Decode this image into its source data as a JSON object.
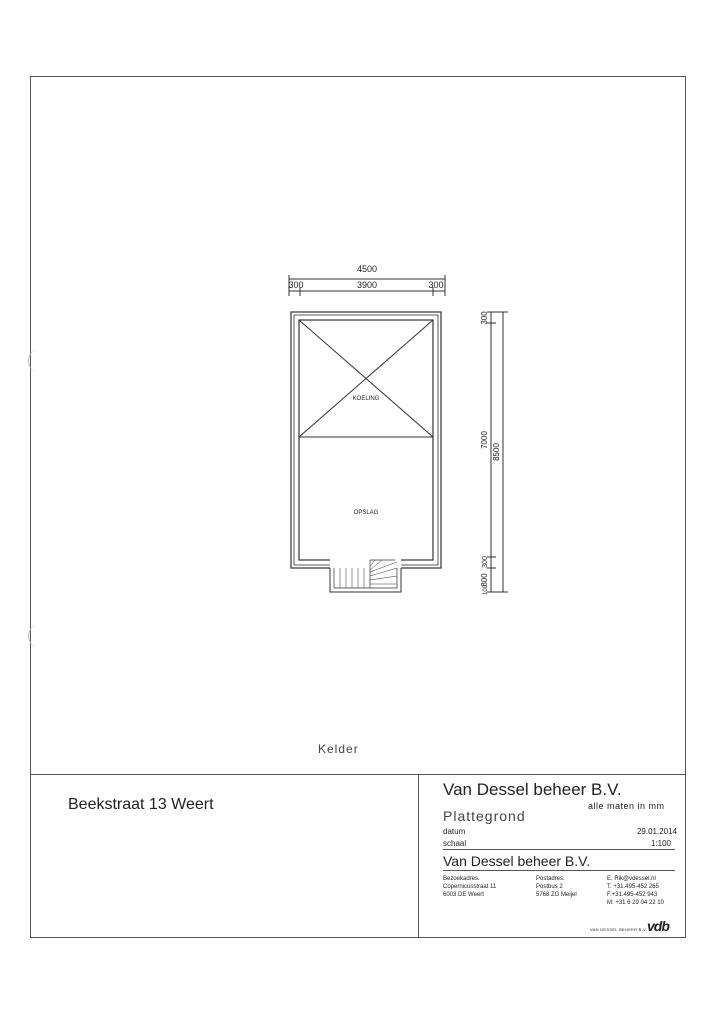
{
  "drawing": {
    "dims": {
      "total_width": "4500",
      "left_wall": "300",
      "inner_width": "3900",
      "right_wall": "300",
      "top_wall": "300",
      "inner_length": "7000",
      "total_length": "8500",
      "bottom_wall": "300",
      "stair": "800",
      "step": "100"
    },
    "rooms": {
      "koeling": "KOELING",
      "opslag": "OPSLAG"
    },
    "floor_label": "Kelder"
  },
  "titleblock": {
    "project": "Beekstraat 13 Weert",
    "company": "Van Dessel beheer B.V.",
    "note": "alle maten in mm",
    "doc_type": "Plattegrond",
    "datum_label": "datum",
    "datum_value": "29.01.2014",
    "schaal_label": "schaal",
    "schaal_value": "1:100",
    "company2": "Van Dessel beheer B.V.",
    "visit": [
      "Bezoekadres.",
      "Copernicusstraat 11",
      "6003 DE Weert"
    ],
    "post": [
      "Postadres.",
      "Postbus 2",
      "5768 ZG Meijel"
    ],
    "contact": [
      "E. Rik@vdessel.nl",
      "T. +31.495-452 265",
      "F.+31.495-452 943",
      "M: +31 6 29 04 22 10"
    ],
    "logo": "vdb",
    "logo_text": "VAN DESSEL BEHEER B.V."
  }
}
